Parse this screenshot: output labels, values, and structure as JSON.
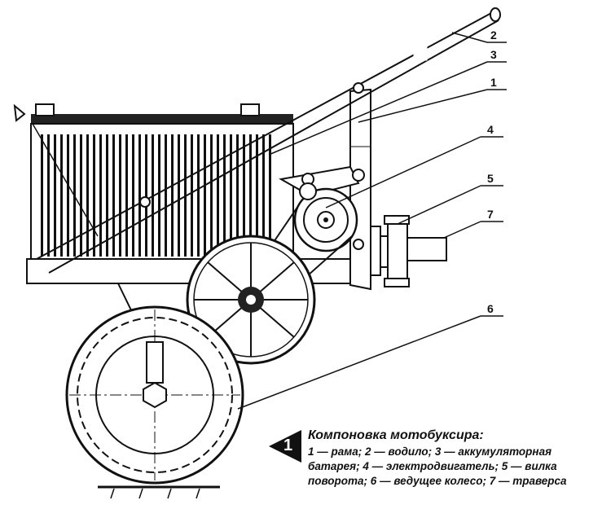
{
  "labels": [
    "1",
    "2",
    "3",
    "4",
    "5",
    "6",
    "7"
  ],
  "figure_number": "1",
  "caption": {
    "title": "Компоновка мотобуксира:",
    "text": "1 — рама; 2 — водило; 3 — аккумуляторная батарея; 4 — электродвигатель; 5 — вилка поворота; 6 — ведущее колесо; 7 — траверса"
  },
  "colors": {
    "ink": "#111111",
    "background": "#ffffff"
  }
}
